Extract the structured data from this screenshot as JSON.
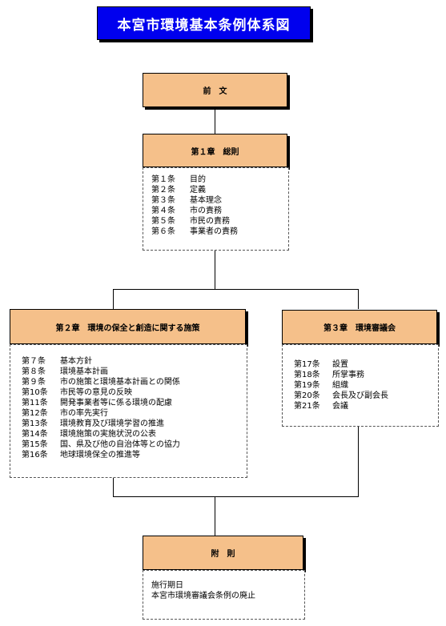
{
  "title": "本宮市環境基本条例体系図",
  "preamble": "前　文",
  "chapters": [
    {
      "heading": "第１章　総則",
      "articles": [
        {
          "num": "第１条",
          "label": "目的"
        },
        {
          "num": "第２条",
          "label": "定義"
        },
        {
          "num": "第３条",
          "label": "基本理念"
        },
        {
          "num": "第４条",
          "label": "市の責務"
        },
        {
          "num": "第５条",
          "label": "市民の責務"
        },
        {
          "num": "第６条",
          "label": "事業者の責務"
        }
      ]
    },
    {
      "heading": "第２章　環境の保全と創造に関する施策",
      "articles": [
        {
          "num": "第７条",
          "label": "基本方針"
        },
        {
          "num": "第８条",
          "label": "環境基本計画"
        },
        {
          "num": "第９条",
          "label": "市の施策と環境基本計画との関係"
        },
        {
          "num": "第10条",
          "label": "市民等の意見の反映"
        },
        {
          "num": "第11条",
          "label": "開発事業者等に係る環境の配慮"
        },
        {
          "num": "第12条",
          "label": "市の率先実行"
        },
        {
          "num": "第13条",
          "label": "環境教育及び環境学習の推進"
        },
        {
          "num": "第14条",
          "label": "環境施策の実施状況の公表"
        },
        {
          "num": "第15条",
          "label": "国、県及び他の自治体等との協力"
        },
        {
          "num": "第16条",
          "label": "地球環境保全の推進等"
        }
      ]
    },
    {
      "heading": "第３章　環境審議会",
      "articles": [
        {
          "num": "第17条",
          "label": "設置"
        },
        {
          "num": "第18条",
          "label": "所掌事務"
        },
        {
          "num": "第19条",
          "label": "組織"
        },
        {
          "num": "第20条",
          "label": "会長及び副会長"
        },
        {
          "num": "第21条",
          "label": "会議"
        }
      ]
    }
  ],
  "supplementary": {
    "heading": "附　則",
    "items": [
      "施行期日",
      "本宮市環境審議会条例の廃止"
    ]
  }
}
